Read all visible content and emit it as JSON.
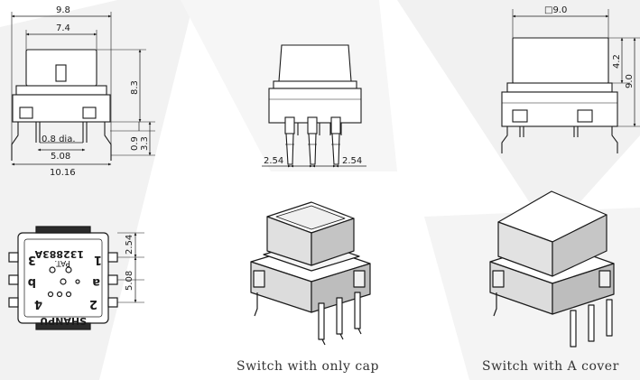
{
  "views": {
    "front": {
      "width_overall": "9.8",
      "width_cap": "7.4",
      "height_cap": "8.3",
      "pin_dia": "0.8 dia.",
      "pin_pitch": "5.08",
      "pin_span": "10.16",
      "dim_small": "0.9",
      "dim_pin": "3.3"
    },
    "side": {
      "pitch_left": "2.54",
      "pitch_right": "2.54"
    },
    "cover_side": {
      "square": "□9.0",
      "cap_height": "4.2",
      "total_height": "9.0"
    },
    "bottom": {
      "marking_text": "132883A",
      "marking_pat": "PAT.",
      "brand": "SHANPU",
      "pin_labels": [
        "3",
        "1",
        "b",
        "a",
        "4",
        "2"
      ],
      "dim_pitch": "2.54",
      "dim_span": "5.08"
    }
  },
  "captions": {
    "only_cap": "Switch with only cap",
    "a_cover": "Switch with A cover"
  },
  "colors": {
    "line": "#1b1b1b",
    "panel_bg": "#eeeeee",
    "caption": "#333333"
  }
}
